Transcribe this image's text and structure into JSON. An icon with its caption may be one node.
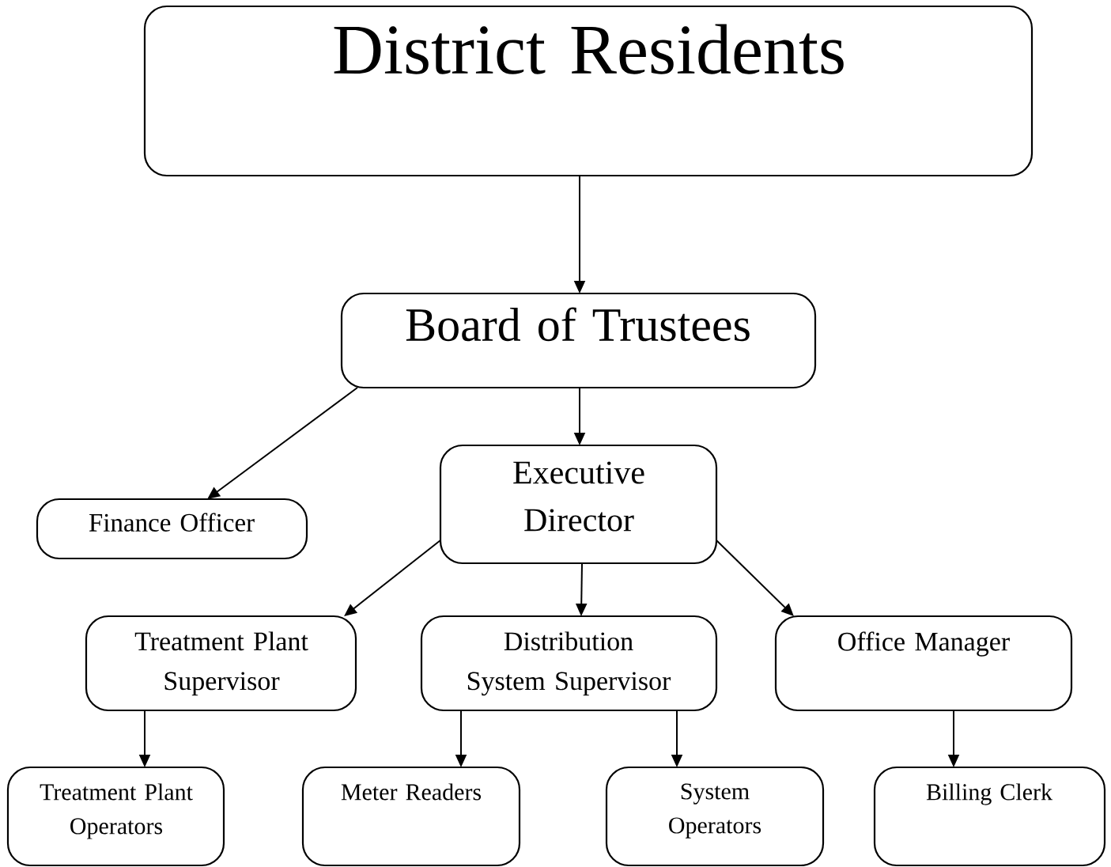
{
  "diagram": {
    "nodes": [
      {
        "text": [
          "District Residents"
        ]
      },
      {
        "text": [
          "Board of Trustees"
        ]
      },
      {
        "text": [
          "Finance Officer"
        ]
      },
      {
        "text": [
          "Executive Director"
        ]
      },
      {
        "text": [
          "Treatment Plant Supervisor"
        ]
      },
      {
        "text": [
          "Distribution System Supervisor"
        ]
      },
      {
        "text": [
          "Office Manager"
        ]
      },
      {
        "text": [
          "Treatment Plant Operators"
        ]
      },
      {
        "text": [
          "Meter Readers"
        ]
      },
      {
        "text": [
          "System Operators"
        ]
      },
      {
        "text": [
          "Billing Clerk"
        ]
      }
    ],
    "edges": [
      {
        "from": 0,
        "to": 1,
        "arrow": "to"
      },
      {
        "from": 1,
        "to": 2,
        "arrow": "to"
      },
      {
        "from": 1,
        "to": 3,
        "arrow": "to"
      },
      {
        "from": 3,
        "to": 4,
        "arrow": "to"
      },
      {
        "from": 3,
        "to": 5,
        "arrow": "to"
      },
      {
        "from": 3,
        "to": 6,
        "arrow": "to"
      },
      {
        "from": 4,
        "to": 7,
        "arrow": "to"
      },
      {
        "from": 5,
        "to": 8,
        "arrow": "to"
      },
      {
        "from": 5,
        "to": 9,
        "arrow": "to"
      },
      {
        "from": 6,
        "to": 10,
        "arrow": "to"
      }
    ]
  }
}
